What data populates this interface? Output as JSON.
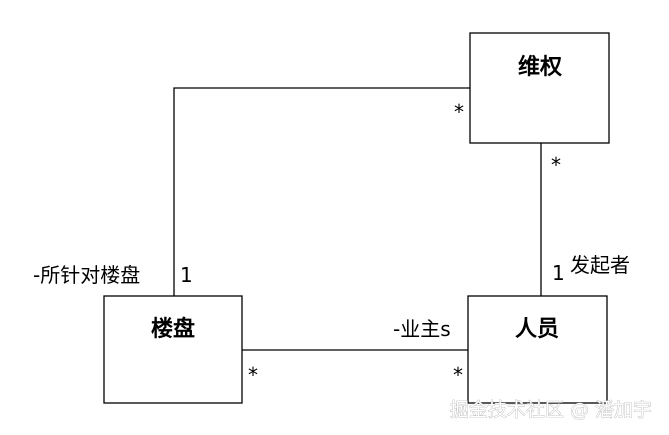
{
  "classes": {
    "weiquan": {
      "name": "维权"
    },
    "loupan": {
      "name": "楼盘"
    },
    "renyuan": {
      "name": "人员"
    }
  },
  "associations": {
    "loupan_weiquan": {
      "loupan_role": "-所针对楼盘",
      "loupan_mult": "1",
      "weiquan_mult": "*"
    },
    "renyuan_weiquan": {
      "weiquan_mult": "*",
      "renyuan_mult": "1",
      "renyuan_role": "发起者"
    },
    "loupan_renyuan": {
      "loupan_mult": "*",
      "renyuan_mult": "*",
      "renyuan_role": "-业主s"
    }
  },
  "watermark": "掘金技术社区 @ 潘加宇"
}
